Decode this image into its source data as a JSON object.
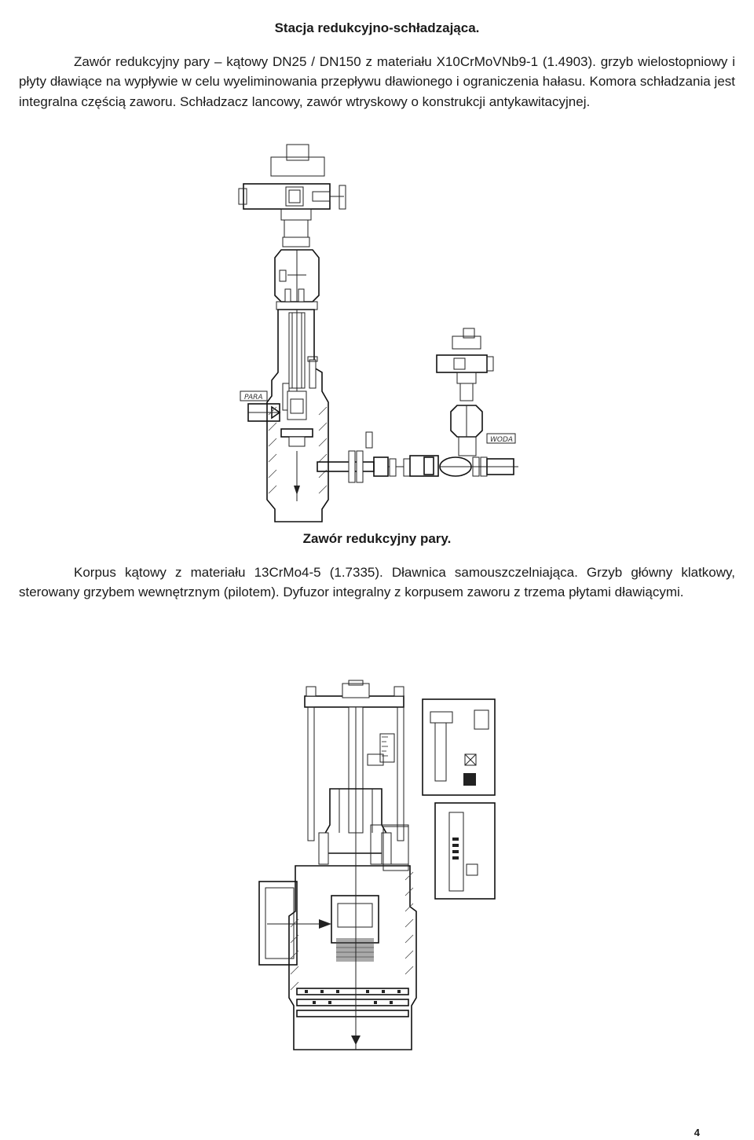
{
  "heading_1": "Stacja redukcyjno-schładzająca.",
  "paragraph_1": "Zawór redukcyjny pary – kątowy DN25 / DN150 z materiału X10CrMoVNb9-1 (1.4903). grzyb wielostopniowy i płyty dławiące na wypływie w celu wyeliminowania przepływu dławionego i ograniczenia hałasu. Komora schładzania jest integralna częścią zaworu. Schładzacz lancowy, zawór wtryskowy o konstrukcji antykawitacyjnej.",
  "figure_1": {
    "label_steam": "PARA",
    "label_water": "WODA"
  },
  "heading_2": "Zawór redukcyjny pary.",
  "paragraph_2": "Korpus kątowy z materiału 13CrMo4-5 (1.7335). Dławnica samouszczelniająca. Grzyb główny klatkowy, sterowany grzybem wewnętrznym (pilotem). Dyfuzor integralny z korpusem zaworu z trzema płytami dławiącymi.",
  "page_number": "4"
}
